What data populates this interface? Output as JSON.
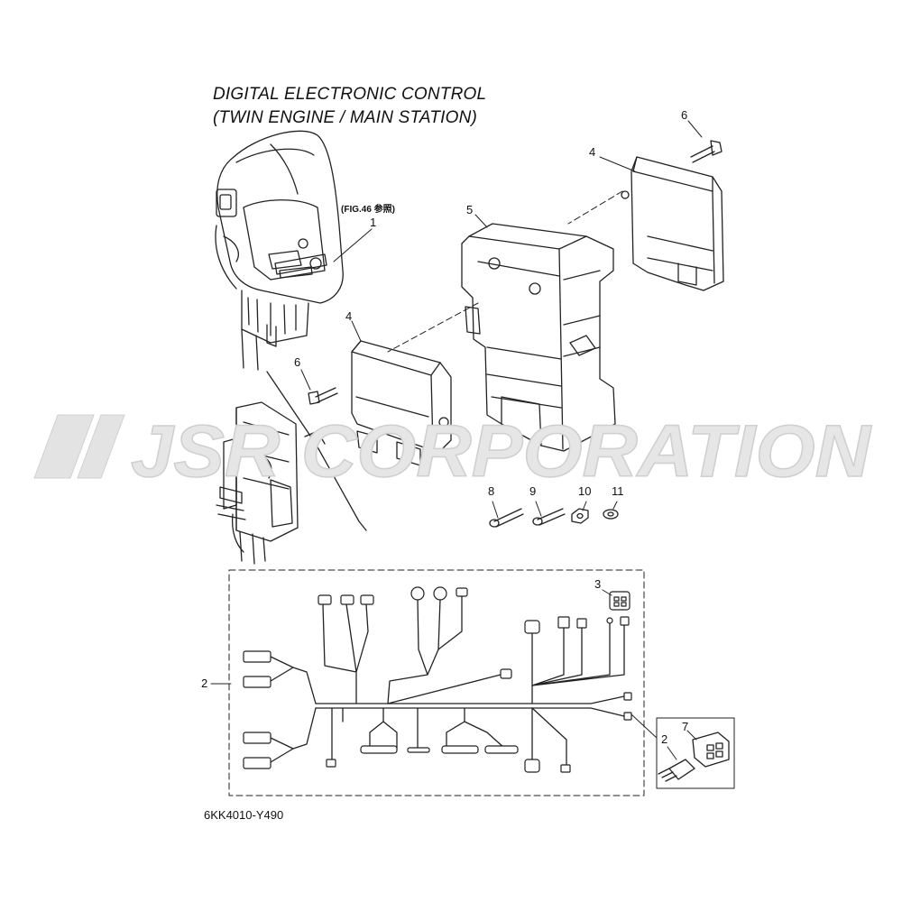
{
  "title_line1": "DIGITAL ELECTRONIC CONTROL",
  "title_line2": "(TWIN ENGINE / MAIN STATION)",
  "figure_reference": "(FIG.46 参照)",
  "drawing_code": "6KK4010-Y490",
  "watermark_text": "JSR CORPORATION",
  "callouts": {
    "c1": "1",
    "c2a": "2",
    "c2b": "2",
    "c3": "3",
    "c4a": "4",
    "c4b": "4",
    "c5": "5",
    "c6a": "6",
    "c6b": "6",
    "c7": "7",
    "c8": "8",
    "c9": "9",
    "c10": "10",
    "c11": "11"
  },
  "colors": {
    "line": "#222222",
    "watermark": "#d9d9d9"
  }
}
